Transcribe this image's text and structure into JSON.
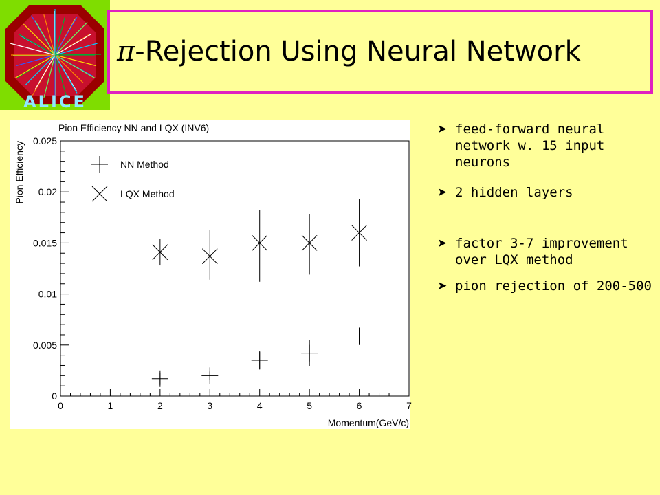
{
  "slide": {
    "title_symbol": "π",
    "title_text": "-Rejection Using Neural Network",
    "logo_text": "ALICE",
    "bullet_icon": "arrow-bullet-icon",
    "bullets": [
      "feed-forward neural network w. 15 input neurons",
      "2 hidden layers",
      "factor 3-7 improvement over LQX method",
      "pion rejection of 200-500"
    ],
    "colors": {
      "background": "#ffff99",
      "title_border": "#e020c0",
      "logo_green": "#7fdd00"
    }
  },
  "chart_data": {
    "type": "scatter",
    "title": "Pion Efficiency NN and LQX (INV6)",
    "xlabel": "Momentum(GeV/c)",
    "ylabel": "Pion Efficiency",
    "xlim": [
      0,
      7
    ],
    "ylim": [
      0,
      0.025
    ],
    "x_ticks": [
      "0",
      "1",
      "2",
      "3",
      "4",
      "5",
      "6",
      "7"
    ],
    "y_ticks": [
      "0",
      "0.005",
      "0.01",
      "0.015",
      "0.02",
      "0.025"
    ],
    "grid": false,
    "legend": "top-left",
    "series": [
      {
        "name": "NN Method",
        "marker": "plus",
        "x": [
          2,
          3,
          4,
          5,
          6
        ],
        "y": [
          0.0017,
          0.002,
          0.0035,
          0.0042,
          0.0059
        ],
        "err_low": [
          0.0006,
          0.0004,
          0.0009,
          0.0013,
          0.0009
        ],
        "err_high": [
          0.0006,
          0.0004,
          0.0009,
          0.0013,
          0.0008
        ]
      },
      {
        "name": "LQX Method",
        "marker": "cross",
        "x": [
          2,
          3,
          4,
          5,
          6
        ],
        "y": [
          0.0141,
          0.0137,
          0.015,
          0.015,
          0.016
        ],
        "err_low": [
          0.0013,
          0.0023,
          0.0038,
          0.0031,
          0.0033
        ],
        "err_high": [
          0.0013,
          0.0026,
          0.0032,
          0.0028,
          0.0033
        ]
      }
    ]
  }
}
